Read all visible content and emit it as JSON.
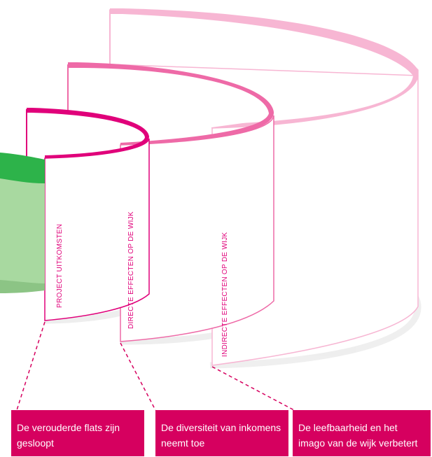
{
  "colors": {
    "magenta": "#e0007a",
    "pink_mid": "#ee6aa7",
    "pink_light": "#f7b6d3",
    "core_green": "#2db34a",
    "core_green_light": "#a8d9a0",
    "reflection_gray": "#ececec",
    "box_bg": "#d6005f",
    "box_text": "#ffffff"
  },
  "rings": [
    {
      "label": "PROJECT UITKOMSTEN",
      "color": "#e0007a"
    },
    {
      "label": "DIRECTE EFFECTEN OP DE WIJK",
      "color": "#ee6aa7"
    },
    {
      "label": "INDIRECTE EFFECTEN OP DE WIJK",
      "color": "#f7b6d3"
    }
  ],
  "callouts": [
    {
      "text": "De verouderde flats zijn gesloopt"
    },
    {
      "text": "De diversiteit van inkomens neemt toe"
    },
    {
      "text": "De leefbaarheid en het imago van de wijk verbetert"
    }
  ]
}
